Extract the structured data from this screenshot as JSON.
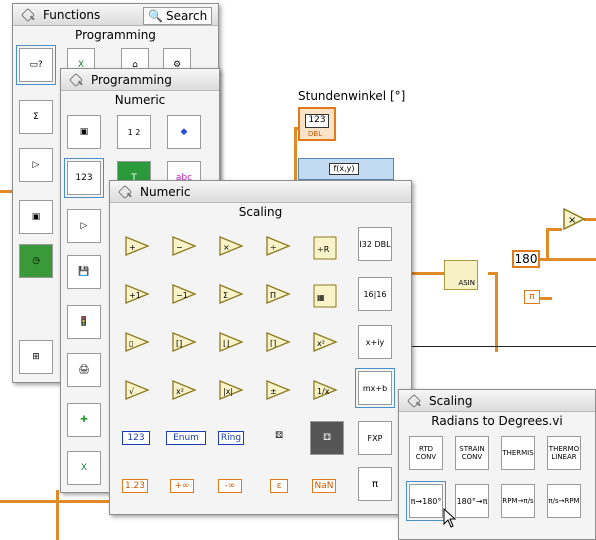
{
  "diagram": {
    "indicator_label": "Stundenwinkel [°]",
    "indicator_value": "123",
    "indicator_type": "DBL",
    "const_180": "180",
    "pi_symbol": "π",
    "asin_label": "ASIN",
    "fxy_label": "f(x,y)",
    "wire_color": "#e08a28"
  },
  "functions_palette": {
    "title": "Functions",
    "search_label": "Search",
    "subtitle": "Programming"
  },
  "programming_palette": {
    "title": "Programming",
    "subtitle": "Numeric"
  },
  "numeric_palette": {
    "title": "Numeric",
    "subtitle": "Scaling",
    "constants_blue": [
      "123",
      "Enum",
      "Ring"
    ],
    "constants_orange": [
      "1.23",
      "+∞",
      "-∞",
      "ε",
      "NaN"
    ],
    "side_labels": [
      "I32 DBL",
      "16|16",
      "x+iy",
      "mx+b",
      "FXP"
    ]
  },
  "scaling_palette": {
    "title": "Scaling",
    "subtitle": "Radians to Degrees.vi",
    "items": [
      "RTD CONV",
      "STRAIN CONV",
      "THERMIS",
      "THERMO LINEAR",
      "π→180°",
      "180°→π",
      "RPM→π/s",
      "π/s→RPM"
    ]
  }
}
